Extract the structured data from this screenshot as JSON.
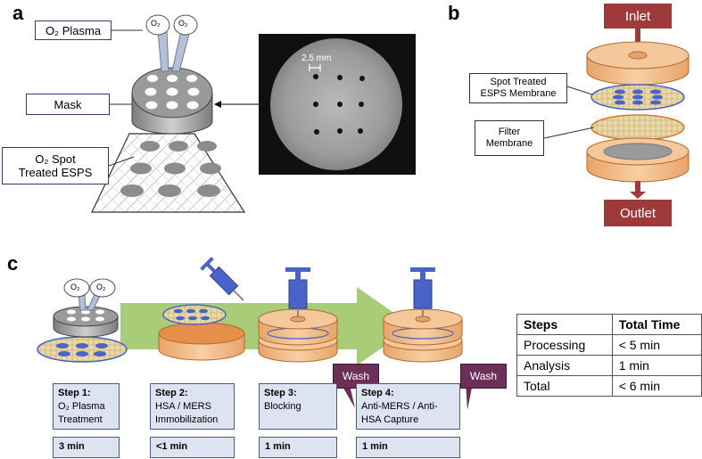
{
  "panels": {
    "a": "a",
    "b": "b",
    "c": "c"
  },
  "panel_a": {
    "plasma_label": "O₂ Plasma",
    "mask_label": "Mask",
    "treated_label_line1": "O₂ Spot",
    "treated_label_line2": "Treated ESPS",
    "bubble_o2": "O₂",
    "scale_label": "2.5 mm"
  },
  "panel_b": {
    "inlet": "Inlet",
    "outlet": "Outlet",
    "spot_label_line1": "Spot Treated",
    "spot_label_line2": "ESPS Membrane",
    "filter_label_line1": "Filter",
    "filter_label_line2": "Membrane"
  },
  "panel_c": {
    "bubble_o2": "O₂",
    "wash": "Wash",
    "steps": [
      {
        "title": "Step 1:",
        "desc_line1": "O₂ Plasma",
        "desc_line2": "Treatment",
        "time": "3 min"
      },
      {
        "title": "Step 2:",
        "desc_line1": "HSA / MERS",
        "desc_line2": "Immobilization",
        "time": "<1 min"
      },
      {
        "title": "Step 3:",
        "desc_line1": "Blocking",
        "desc_line2": "",
        "time": "1 min"
      },
      {
        "title": "Step 4:",
        "desc_line1": "Anti-MERS / Anti-",
        "desc_line2": "HSA Capture",
        "time": "1 min"
      }
    ]
  },
  "table": {
    "headers": [
      "Steps",
      "Total Time"
    ],
    "rows": [
      [
        "Processing",
        "< 5 min"
      ],
      [
        "Analysis",
        "1 min"
      ],
      [
        "Total",
        "< 6 min"
      ]
    ]
  },
  "colors": {
    "arrow_green": "#a8cc78",
    "flow_red": "#9e3a3a",
    "cassette_orange": "#f2c191",
    "membrane_blue": "#4a63c8",
    "step_box_fill": "#dde3f0"
  }
}
